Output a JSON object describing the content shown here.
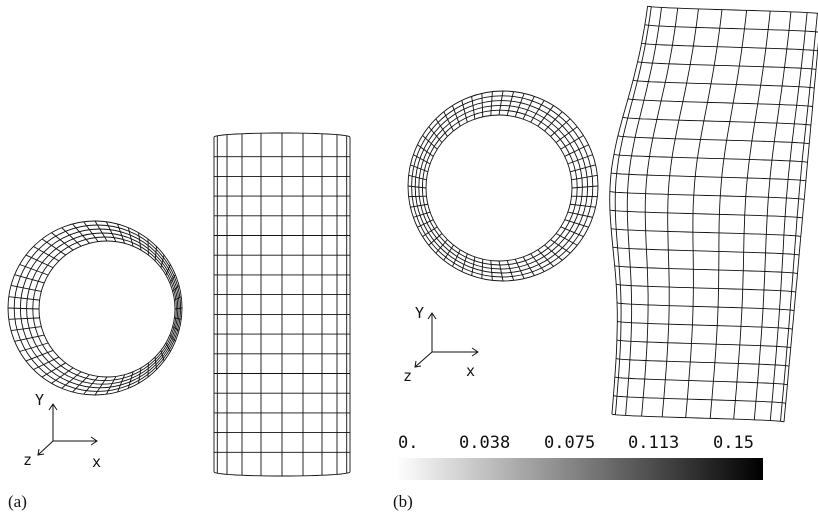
{
  "panel_a": {
    "label": "(a)",
    "axes": {
      "y": "Y",
      "z": "z",
      "x": "x"
    }
  },
  "panel_b": {
    "label": "(b)",
    "axes": {
      "y": "Y",
      "z": "z",
      "x": "x"
    },
    "colorbar": {
      "ticks": [
        "0.",
        "0.038",
        "0.075",
        "0.113",
        "0.15"
      ],
      "gradient_start": "#ffffff",
      "gradient_end": "#000000"
    }
  },
  "colors": {
    "line": "#111111",
    "background": "#ffffff"
  }
}
